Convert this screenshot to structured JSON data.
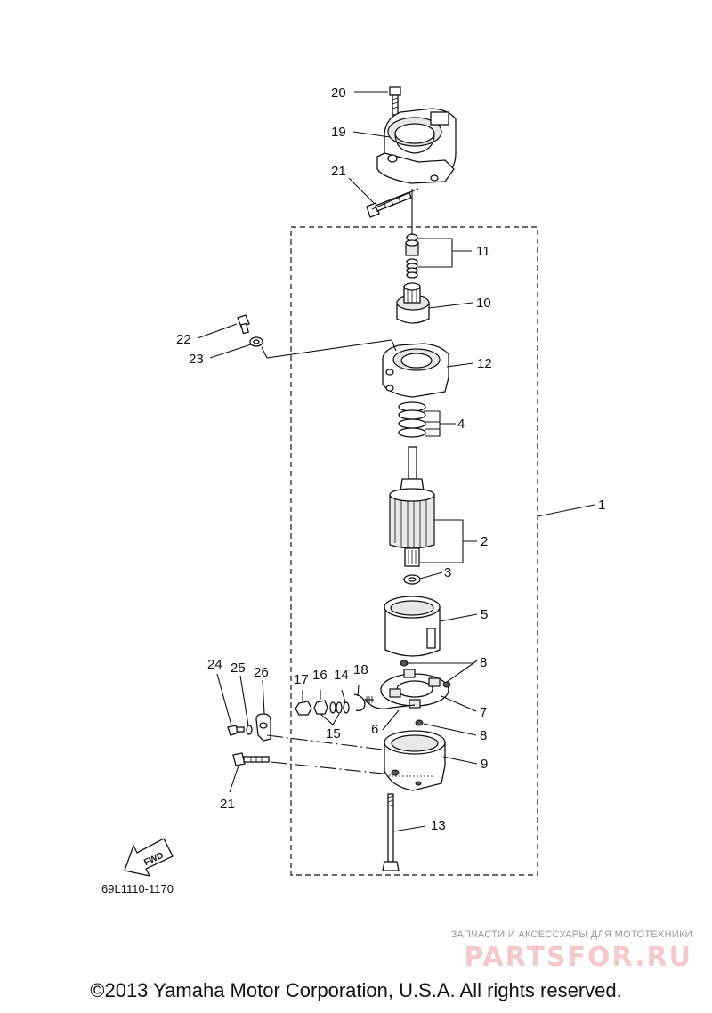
{
  "callouts": {
    "c1": "1",
    "c2": "2",
    "c3": "3",
    "c4": "4",
    "c5": "5",
    "c6": "6",
    "c7": "7",
    "c8a": "8",
    "c8b": "8",
    "c9": "9",
    "c10": "10",
    "c11": "11",
    "c12": "12",
    "c13": "13",
    "c14": "14",
    "c15": "15",
    "c16": "16",
    "c17": "17",
    "c18": "18",
    "c19": "19",
    "c20": "20",
    "c21a": "21",
    "c21b": "21",
    "c22": "22",
    "c23": "23",
    "c24": "24",
    "c25": "25",
    "c26": "26"
  },
  "fwd_arrow": {
    "label": "FWD"
  },
  "diagram_code": "69L1110-1170",
  "watermark": {
    "tagline": "ЗАПЧАСТИ И АКСЕССУАРЫ ДЛЯ МОТОТЕХНИКИ",
    "logo": "PARTSFOR.RU"
  },
  "copyright": "©2013 Yamaha Motor Corporation, U.S.A. All rights reserved."
}
